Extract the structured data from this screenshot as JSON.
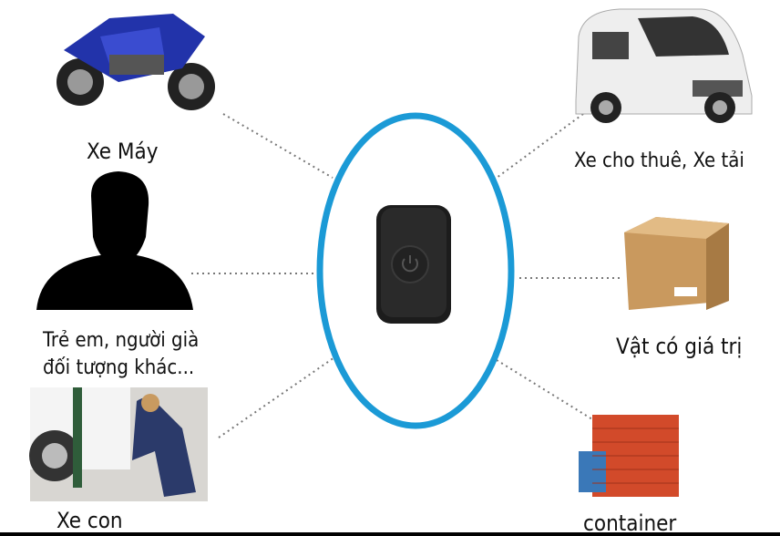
{
  "labels": {
    "motorbike": "Xe Máy",
    "van": "Xe cho thuê, Xe tải",
    "people_line1": "Trẻ em, người già",
    "people_line2": "đối tượng khác...",
    "valuables": "Vật có giá trị",
    "car": "Xe con",
    "container": "container"
  },
  "colors": {
    "ring": "#1b9ad6",
    "device": "#1a1a1a",
    "line": "#777777"
  }
}
